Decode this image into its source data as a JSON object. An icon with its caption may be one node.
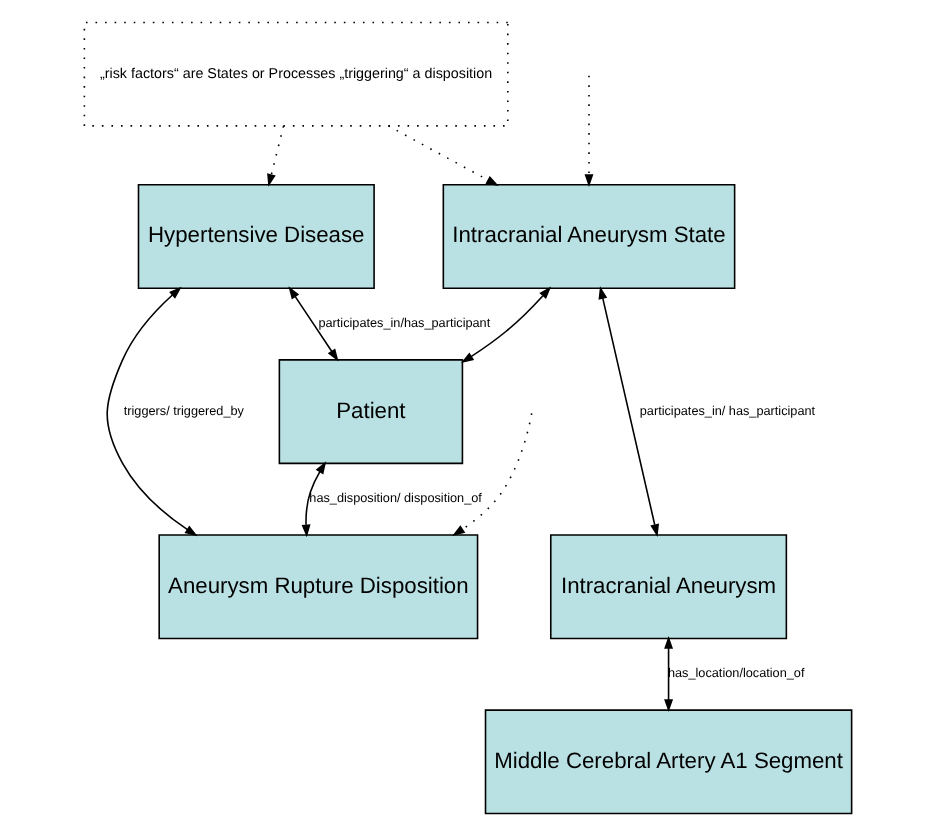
{
  "diagram": {
    "nodes": [
      {
        "text": [
          "Hypertensive Disease"
        ]
      },
      {
        "text": [
          "Intracranial Aneurysm State"
        ]
      },
      {
        "text": [
          "Patient"
        ]
      },
      {
        "text": [
          "Aneurysm Rupture Disposition"
        ]
      },
      {
        "text": [
          "Intracranial Aneurysm"
        ]
      },
      {
        "text": [
          "Middle Cerebral Artery A1 Segment"
        ]
      },
      {
        "text": [
          "„risk factors“ are States or Processes „triggering“ a disposition"
        ]
      }
    ],
    "edges": [
      {
        "from": 6,
        "to": 0,
        "arrow": "to",
        "style": "dashed"
      },
      {
        "from": 6,
        "to": 1,
        "arrow": "to",
        "style": "dashed"
      },
      {
        "from": null,
        "to": 1,
        "arrow": "to",
        "style": "dashed"
      },
      {
        "from": 2,
        "to": 0,
        "arrow": "both",
        "label": "participates_in/has_participant"
      },
      {
        "from": 2,
        "to": 1,
        "arrow": "both"
      },
      {
        "from": 0,
        "to": 3,
        "arrow": "both",
        "label": "triggers/ triggered_by"
      },
      {
        "from": 1,
        "to": 4,
        "arrow": "both",
        "label": "participates_in/ has_participant"
      },
      {
        "from": 2,
        "to": 3,
        "arrow": "both",
        "label": "has_disposition/ disposition_of"
      },
      {
        "from": null,
        "to": 3,
        "arrow": "to",
        "style": "dashed"
      },
      {
        "from": 4,
        "to": 5,
        "arrow": "both",
        "label": "has_location/location_of"
      }
    ]
  }
}
